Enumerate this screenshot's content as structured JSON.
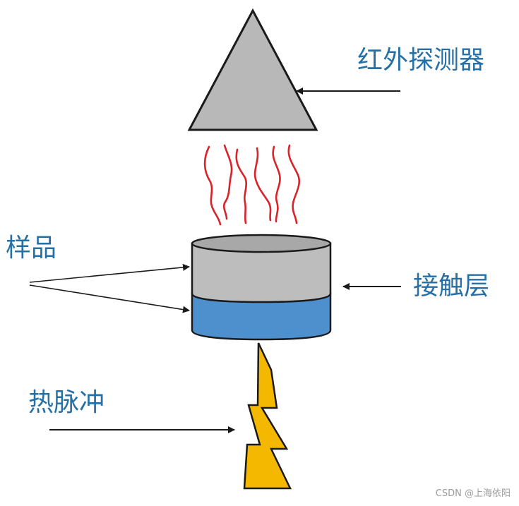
{
  "labels": {
    "infrared_detector": "红外探测器",
    "sample": "样品",
    "contact_layer": "接触层",
    "heat_pulse": "热脉冲"
  },
  "watermark": "CSDN @上海依阳",
  "colors": {
    "label_text": "#2670a6",
    "detector_fill": "#b8b8b8",
    "sample_top_fill": "#bdbdbd",
    "contact_layer_fill": "#4e8fcd",
    "heat_wave_stroke": "#d8232a",
    "pulse_fill": "#f5b800",
    "outline": "#1a1a1a"
  }
}
